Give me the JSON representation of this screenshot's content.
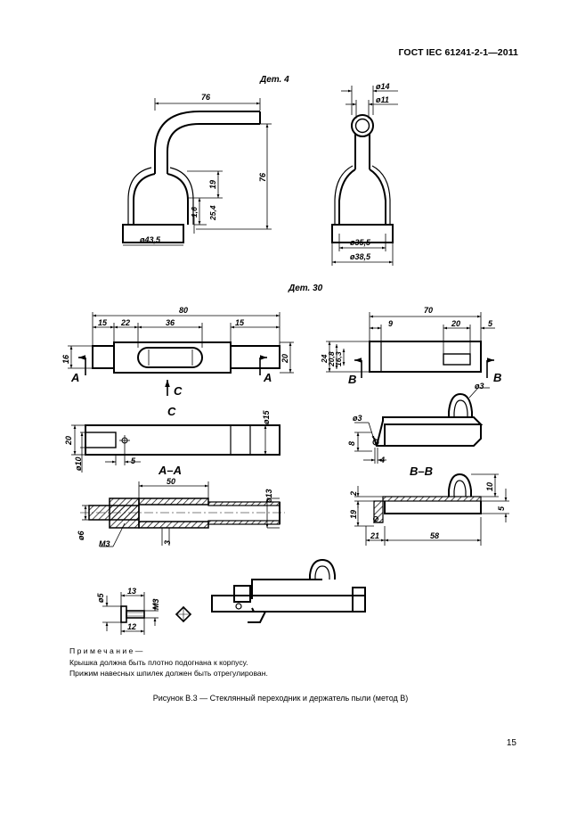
{
  "header": {
    "standard": "ГОСТ IEC 61241-2-1—2011"
  },
  "drawing": {
    "detail_4": {
      "title": "Дет. 4",
      "dim_top_width": "76",
      "dim_height": "76",
      "dim_19": "19",
      "dim_1_6": "1,6",
      "dim_25_4": "25,4",
      "dim_base_dia": "ø43,5",
      "dim_d14": "ø14",
      "dim_d11": "ø11",
      "dim_d35_5": "ø35,5",
      "dim_d38_5": "ø38,5"
    },
    "detail_30": {
      "title": "Дет. 30",
      "dim_80": "80",
      "dim_15a": "15",
      "dim_22": "22",
      "dim_36": "36",
      "dim_15b": "15",
      "dim_16": "16",
      "dim_20a": "20",
      "mark_a_left": "A",
      "mark_a_right": "A",
      "mark_c_arrow": "C",
      "dim_70": "70",
      "dim_9": "9",
      "dim_20b": "20",
      "dim_5a": "5",
      "dim_24": "24",
      "dim_20_8": "20,8",
      "dim_16_3": "16,3",
      "mark_b_left": "B",
      "mark_b_right": "B",
      "view_c": "C",
      "dim_d15": "ø15",
      "dim_20c": "20",
      "dim_d10": "ø10",
      "dim_5b": "5",
      "dim_d3a": "ø3",
      "dim_d3b": "ø3",
      "dim_8": "8",
      "dim_4": "4",
      "section_aa": "A–A",
      "dim_50": "50",
      "dim_d13": "ø13",
      "dim_d6": "ø6",
      "dim_m3a": "M3",
      "dim_3": "3",
      "section_bb": "B–B",
      "dim_2": "2",
      "dim_10": "10",
      "dim_19b": "19",
      "dim_5c": "5",
      "dim_21": "21",
      "dim_58": "58",
      "dim_d5": "ø5",
      "dim_13": "13",
      "dim_m3b": "M3",
      "dim_12": "12"
    }
  },
  "note": {
    "title": "Примечание—",
    "line1": "Крышка должна быть плотно подогнана к корпусу.",
    "line2": "Прижим навесных шпилек должен быть отрегулирован."
  },
  "caption": "Рисунок В.3 — Стеклянный переходник и держатель пыли (метод В)",
  "page_number": "15"
}
